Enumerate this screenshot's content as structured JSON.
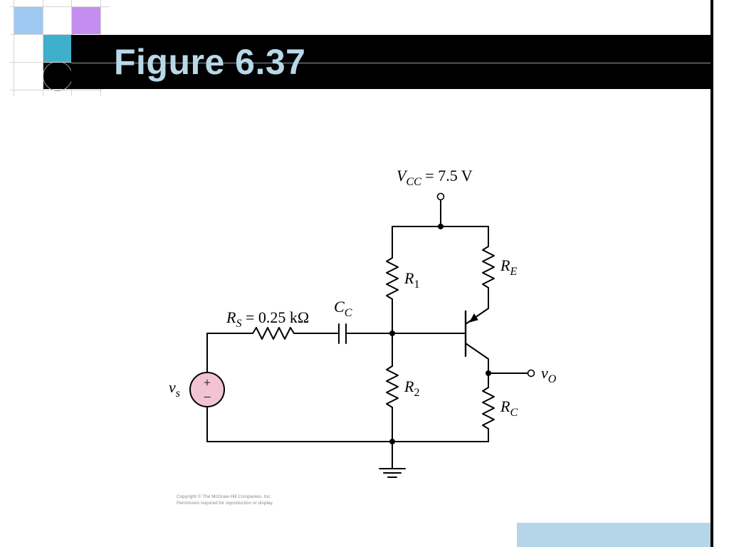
{
  "slide": {
    "title": "Figure 6.37",
    "copyright_line1": "Copyright © The McGraw-Hill Companies, Inc.",
    "copyright_line2": "Permission required for reproduction or display."
  },
  "colors": {
    "title_bar": "#000000",
    "title_text": "#b8d8e8",
    "square_light_blue": "#9ec8f0",
    "square_purple": "#c38ef0",
    "square_teal": "#3fb0cc",
    "footer_block": "#b5d6e8",
    "source_fill": "#f2c4d3"
  },
  "circuit": {
    "vcc_label": "V",
    "vcc_sub": "CC",
    "vcc_value": " = 7.5 V",
    "rs_label": "R",
    "rs_sub": "S",
    "rs_value": " = 0.25 kΩ",
    "cc_label": "C",
    "cc_sub": "C",
    "r1_label": "R",
    "r1_sub": "1",
    "r2_label": "R",
    "r2_sub": "2",
    "re_label": "R",
    "re_sub": "E",
    "rc_label": "R",
    "rc_sub": "C",
    "vs_label": "v",
    "vs_sub": "s",
    "vo_label": "v",
    "vo_sub": "O",
    "source_plus": "+",
    "source_minus": "–"
  }
}
